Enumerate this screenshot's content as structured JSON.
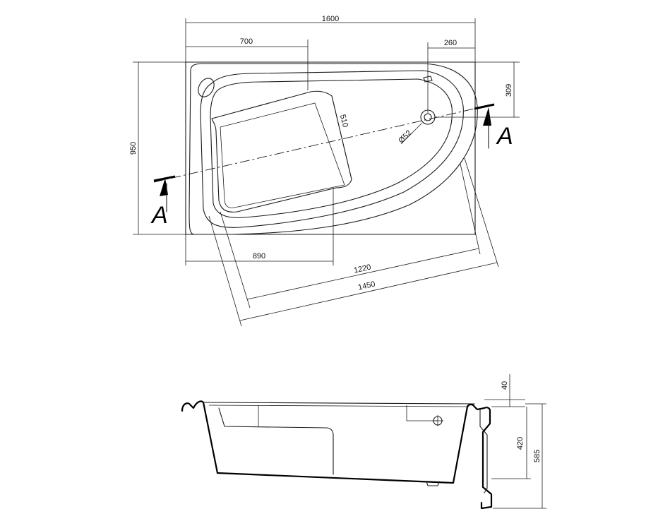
{
  "dimensions": {
    "overall_length": "1600",
    "seat_length": "700",
    "drain_offset": "260",
    "overall_width": "950",
    "drain_depth": "309",
    "seat_width": "510",
    "drain_diameter": "Ø52",
    "front_length": "890",
    "inner_length": "1220",
    "diagonal_length": "1450",
    "rim_thickness": "40",
    "inner_depth": "420",
    "total_height": "585"
  },
  "section": {
    "label_left": "A",
    "label_right": "A"
  },
  "colors": {
    "line": "#1a1a1a",
    "background": "#ffffff"
  }
}
